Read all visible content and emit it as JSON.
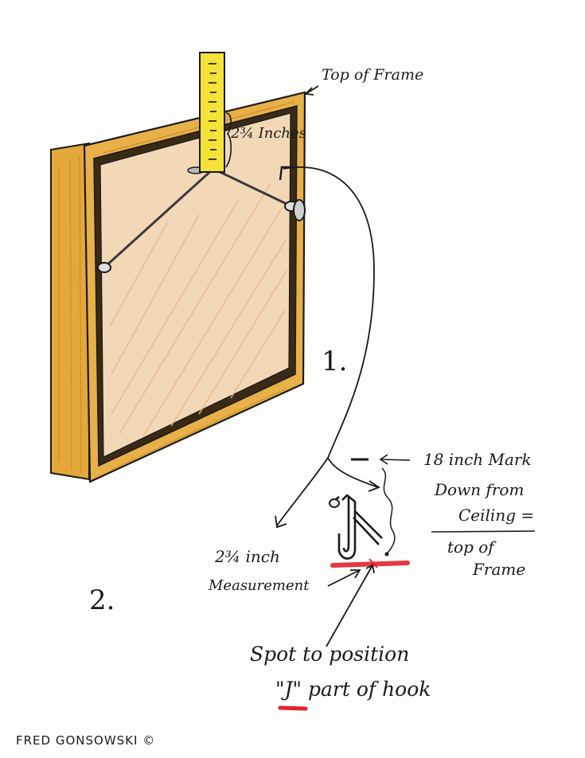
{
  "labels": {
    "top_of_frame": "Top of Frame",
    "tape_measure": "2¾ Inches",
    "step_one": "1.",
    "step_two": "2.",
    "mark_line1": "18 inch Mark",
    "mark_line2": "Down from",
    "mark_line3": "Ceiling =",
    "mark_line4": "top of",
    "mark_line5": "Frame",
    "measurement_line1": "2¾ inch",
    "measurement_line2": "Measurement",
    "spot_line1": "Spot to position",
    "spot_line2_prefix": "\"J\"",
    "spot_line2_rest": " part of hook",
    "signature": "FRED GONSOWSKI ©"
  },
  "colors": {
    "frame_wood": "#e3a73a",
    "frame_wood_dark": "#c98a22",
    "canvas_fill": "#f3d8b8",
    "tape_yellow": "#f4e23a",
    "red_mark": "#e0242e",
    "ink": "#1a1a1a"
  }
}
